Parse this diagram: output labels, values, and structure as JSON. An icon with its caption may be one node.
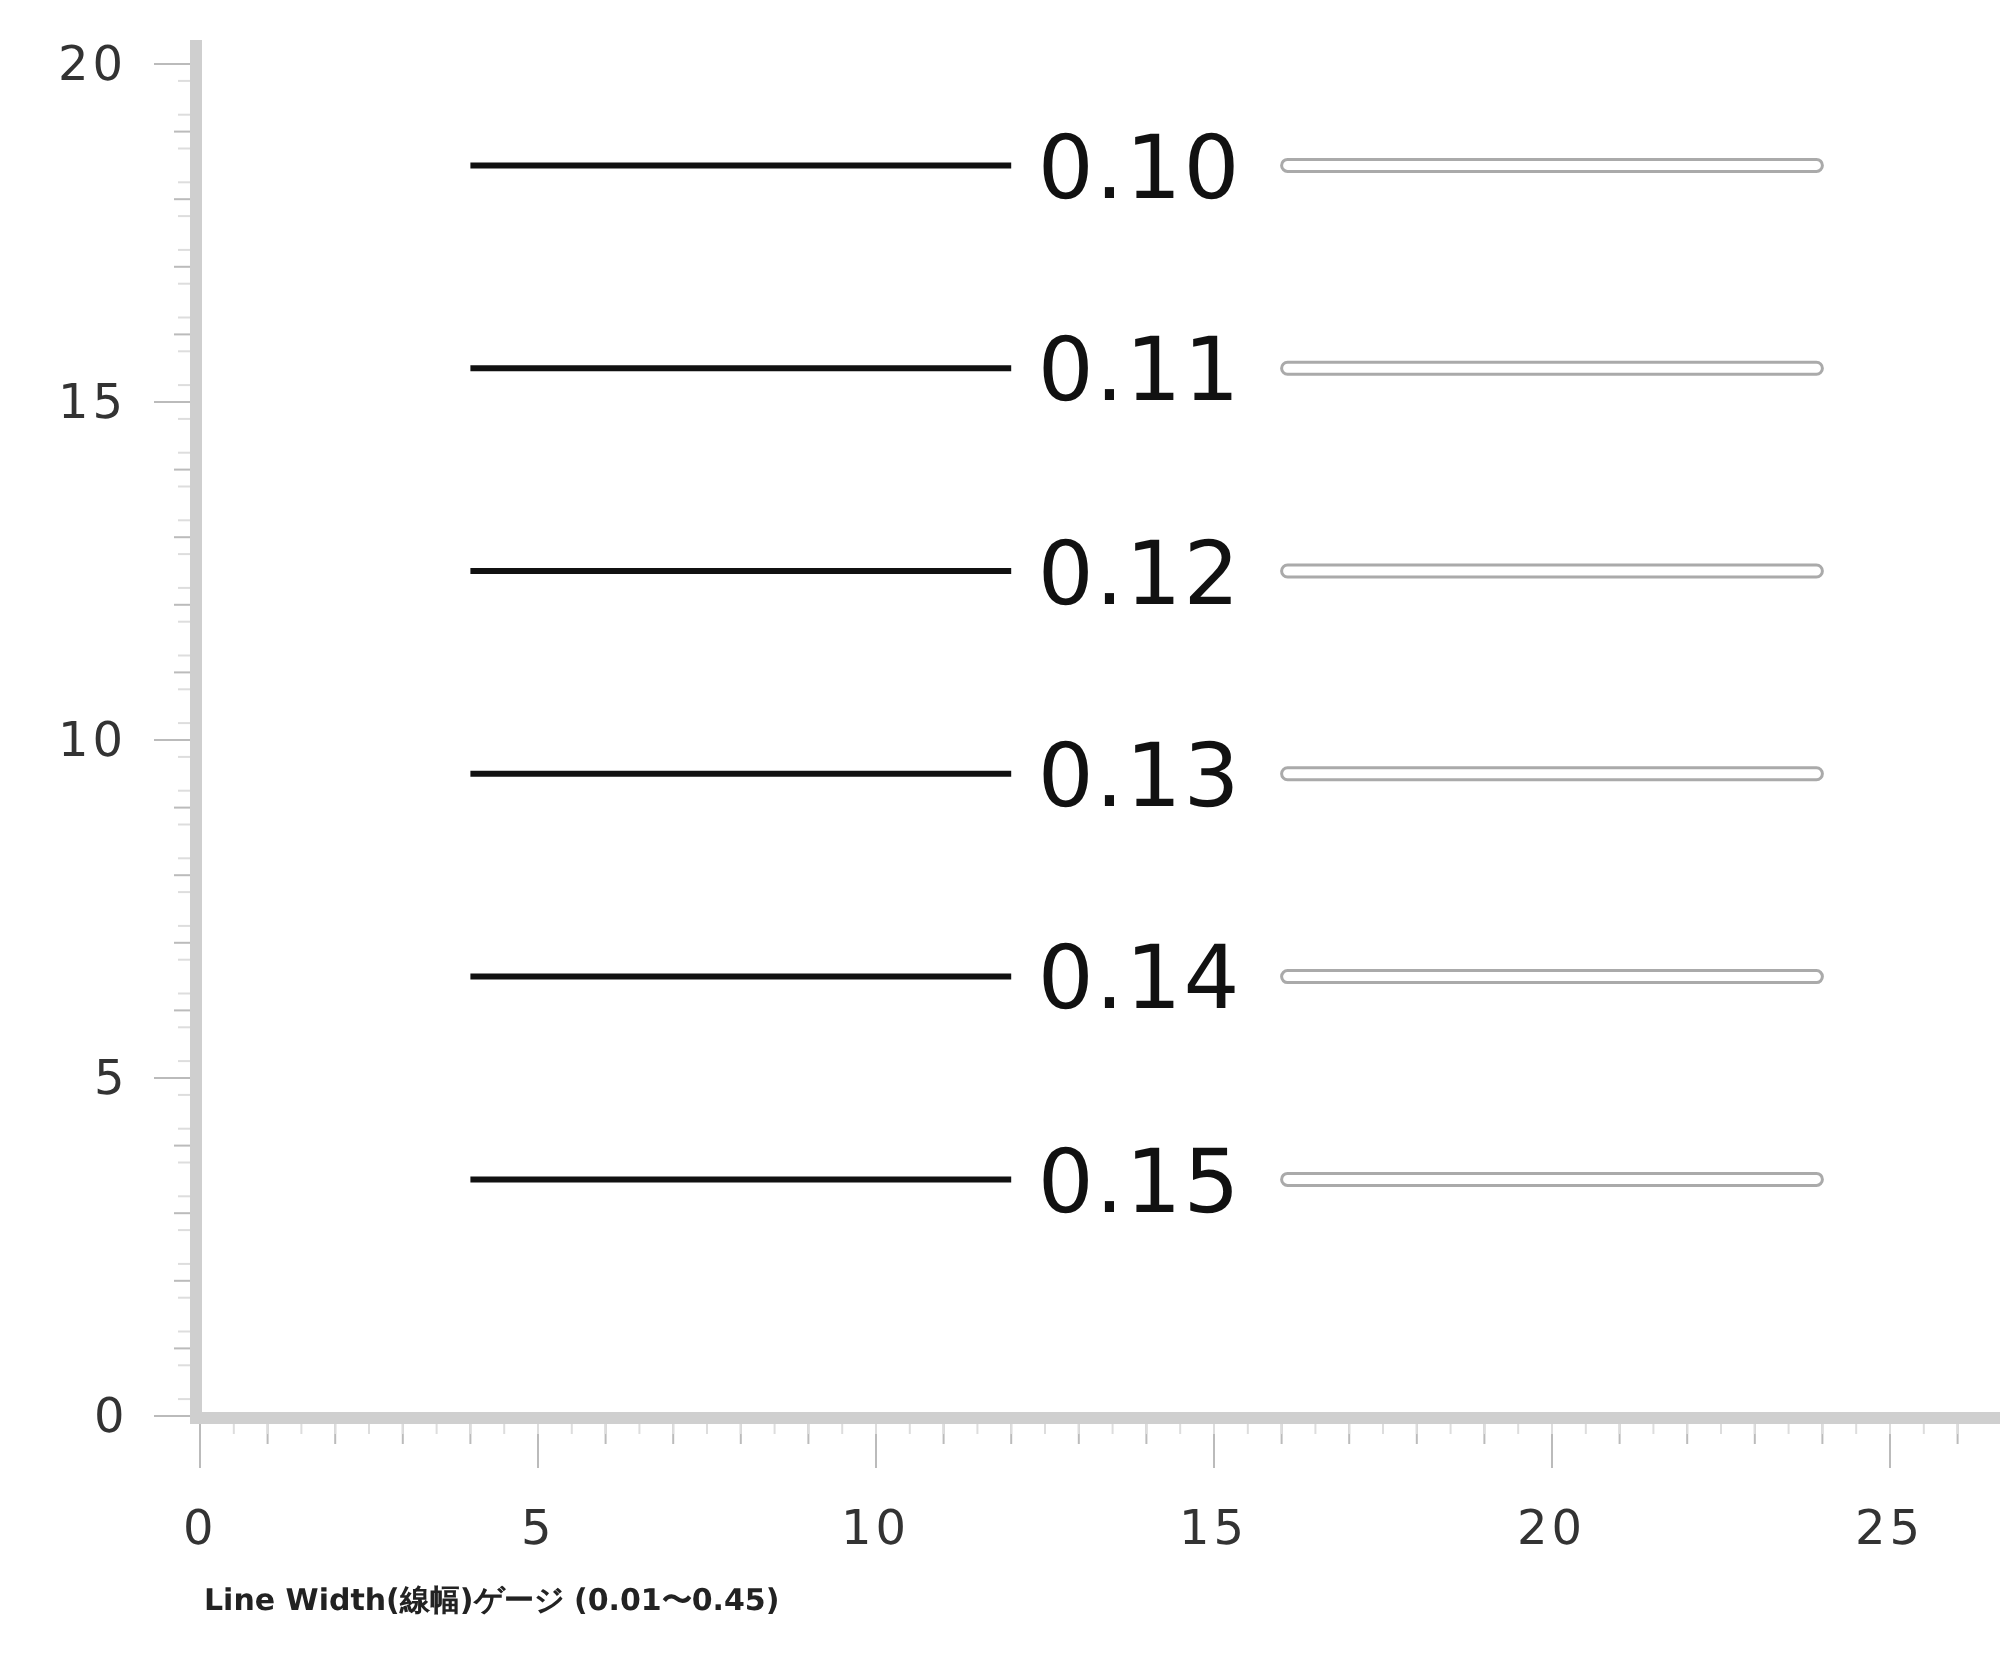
{
  "diagram": {
    "caption": "Line Width(線幅)ゲージ (0.01〜0.45)",
    "labels": [
      "20",
      "0.10",
      "15",
      "0.11",
      "0.12",
      "10",
      "0.13",
      "0.14",
      "5",
      "0.15",
      "0",
      "0",
      "5",
      "10",
      "15",
      "20",
      "25"
    ]
  }
}
